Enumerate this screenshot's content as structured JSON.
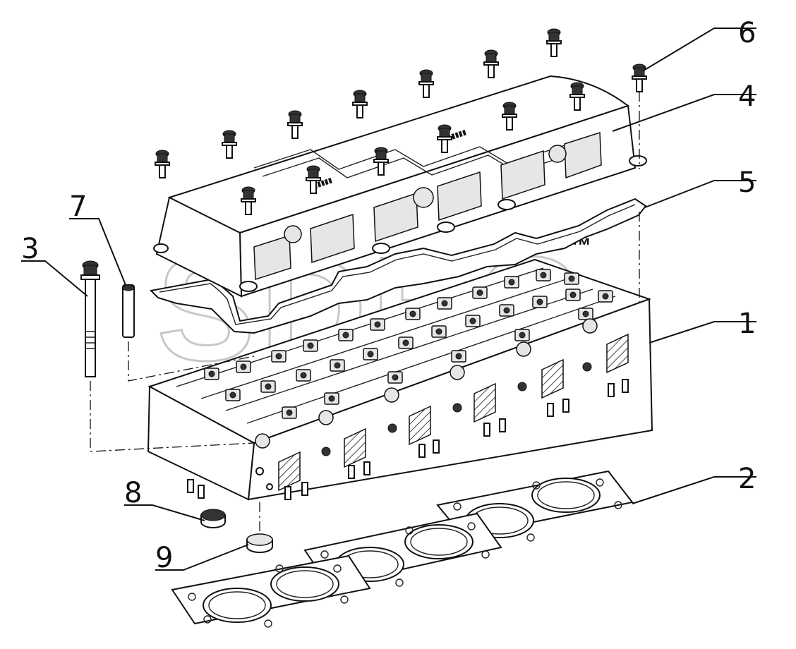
{
  "watermark": {
    "text": "SDEC",
    "trademark": "™"
  },
  "parts": [
    {
      "id": "cylinder-head",
      "label": "1"
    },
    {
      "id": "head-gasket",
      "label": "2"
    },
    {
      "id": "head-bolt",
      "label": "3"
    },
    {
      "id": "valve-cover",
      "label": "4"
    },
    {
      "id": "cover-gasket",
      "label": "5"
    },
    {
      "id": "cover-bolt",
      "label": "6"
    },
    {
      "id": "dowel-pin",
      "label": "7"
    },
    {
      "id": "plug-8",
      "label": "8"
    },
    {
      "id": "plug-9",
      "label": "9"
    }
  ],
  "colors": {
    "line": "#111111",
    "watermark": "#c8c8c8",
    "background": "#ffffff"
  }
}
